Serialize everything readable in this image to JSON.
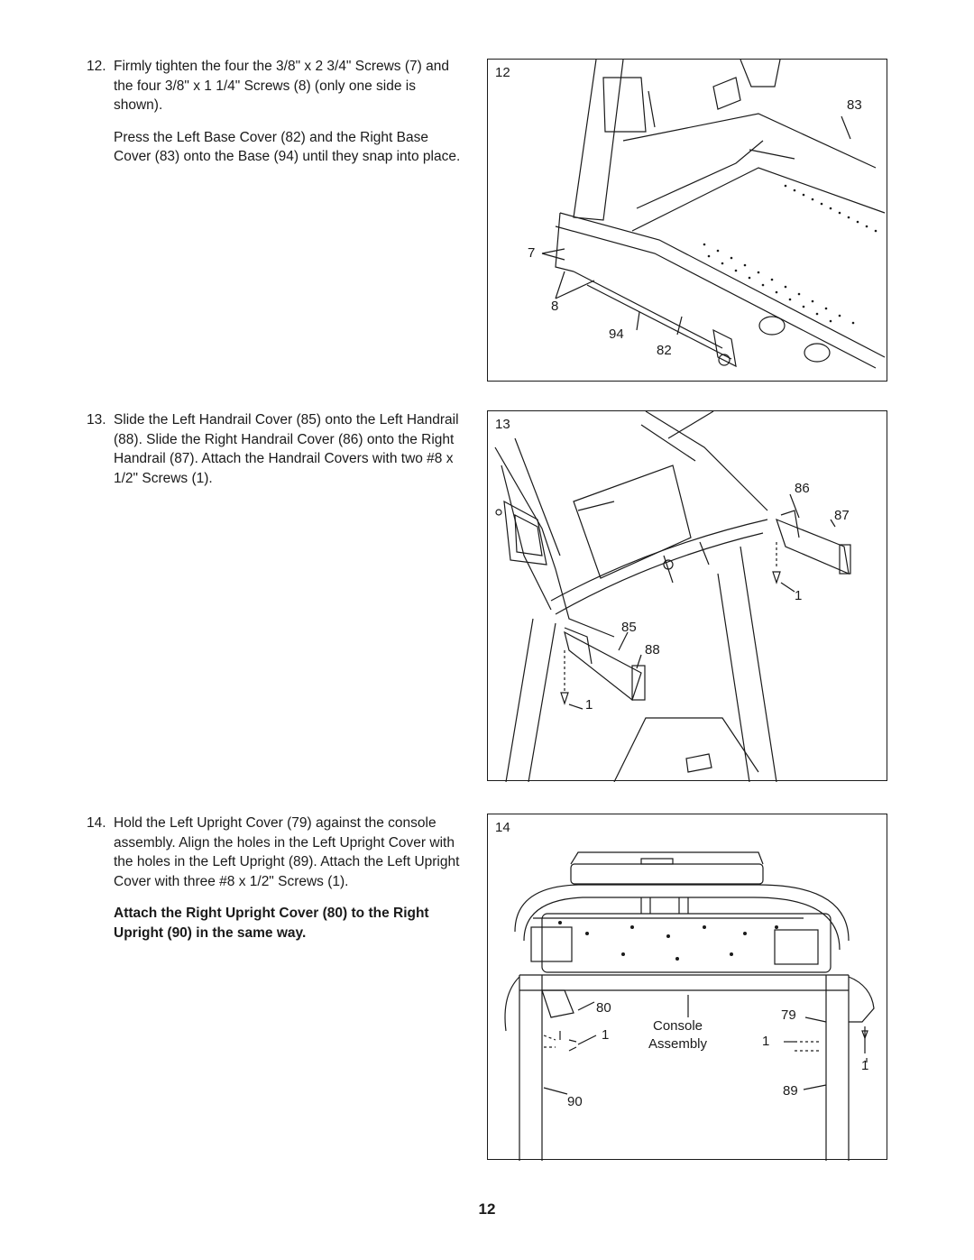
{
  "steps": [
    {
      "number": "12.",
      "paragraphs": [
        "Firmly tighten the four the 3/8\" x 2 3/4\" Screws (7) and the four 3/8\" x 1 1/4\" Screws (8) (only one side is shown).",
        "Press the Left Base Cover (82) and the Right Base Cover (83) onto the Base (94) until they snap into place."
      ]
    },
    {
      "number": "13.",
      "paragraphs": [
        "Slide the Left Handrail Cover (85) onto the Left Handrail (88). Slide the Right Handrail Cover (86) onto the Right Handrail (87). Attach the Handrail Covers with two #8 x 1/2\" Screws (1)."
      ]
    },
    {
      "number": "14.",
      "paragraphs": [
        "Hold the Left Upright Cover (79) against the console assembly. Align the holes in the Left Upright Cover with the holes in the Left Upright (89). Attach the Left Upright Cover with three #8 x 1/2\" Screws (1)."
      ],
      "bold": "Attach the Right Upright Cover (80) to the Right Upright (90) in the same way."
    }
  ],
  "figures": [
    {
      "number": "12",
      "callouts": {
        "c83": "83",
        "c7": "7",
        "c8": "8",
        "c94": "94",
        "c82": "82"
      }
    },
    {
      "number": "13",
      "callouts": {
        "c86": "86",
        "c87": "87",
        "c1a": "1",
        "c85": "85",
        "c88": "88",
        "c1b": "1"
      }
    },
    {
      "number": "14",
      "callouts": {
        "c80": "80",
        "c1a": "1",
        "c79": "79",
        "c1b": "1",
        "c1c": "1",
        "c89": "89",
        "c90": "90",
        "console1": "Console",
        "console2": "Assembly"
      }
    }
  ],
  "page_number": "12"
}
